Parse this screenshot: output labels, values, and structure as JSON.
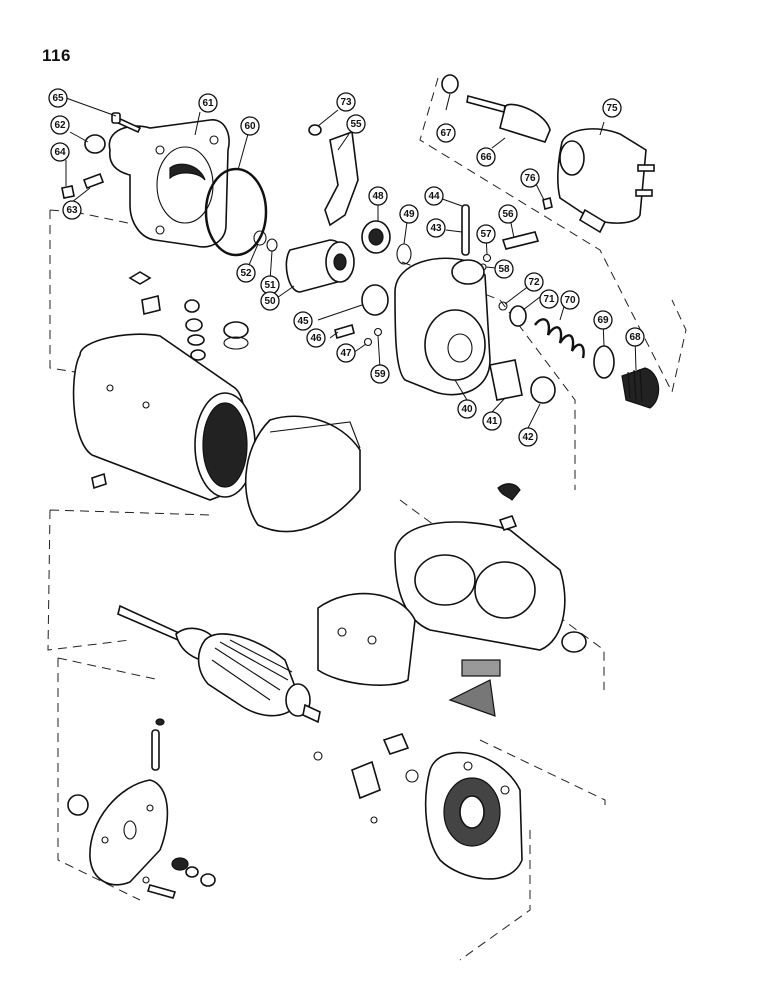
{
  "page": {
    "number": "116"
  },
  "callouts": [
    "65",
    "61",
    "73",
    "55",
    "60",
    "67",
    "75",
    "62",
    "64",
    "63",
    "66",
    "76",
    "48",
    "44",
    "49",
    "56",
    "43",
    "57",
    "58",
    "52",
    "51",
    "50",
    "72",
    "71",
    "70",
    "45",
    "46",
    "47",
    "59",
    "69",
    "68",
    "40",
    "41",
    "42"
  ]
}
